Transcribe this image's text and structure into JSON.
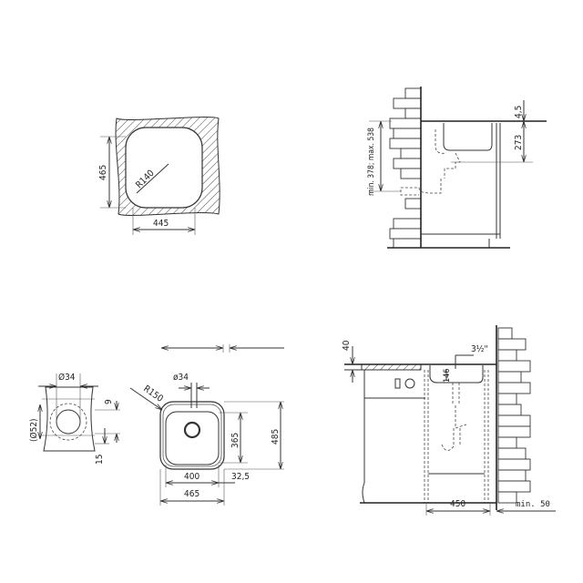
{
  "cutout_view": {
    "height": "465",
    "width": "445",
    "radius": "R140"
  },
  "side_view_wall": {
    "drain_height": "min. 378; max. 538",
    "rim": "4,5",
    "depth": "273"
  },
  "waste_detail": {
    "hole": "Ø34",
    "outer": "(Ø52)",
    "offset_top": "9",
    "offset_bottom": "15"
  },
  "top_view": {
    "tap_hole": "ø34",
    "corner_radius": "R150",
    "inner_depth": "365",
    "outer_depth": "485",
    "inner_width": "400",
    "edge": "32,5",
    "outer_width": "465"
  },
  "install_view": {
    "counter": "40",
    "bowl_depth": "146",
    "drain_size": "3½\"",
    "cabinet_width": "450",
    "wall_gap": "min. 50"
  }
}
